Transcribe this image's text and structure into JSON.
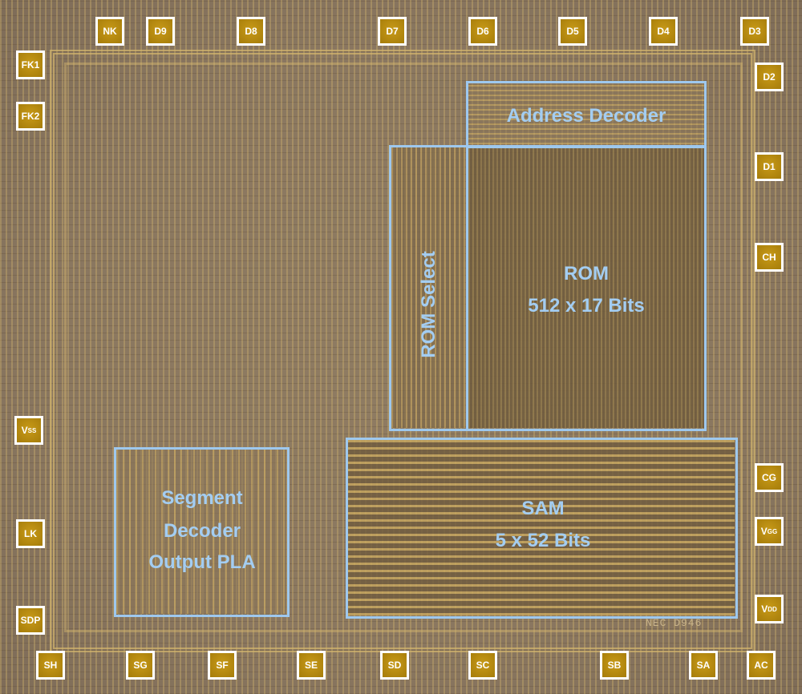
{
  "title": "NEC D946 die",
  "die_marking": "NEC D946",
  "pads": {
    "top": [
      "NK",
      "D9",
      "D8",
      "D7",
      "D6",
      "D5",
      "D4",
      "D3"
    ],
    "left": [
      "FK1",
      "FK2"
    ],
    "vss": {
      "main": "V",
      "sub": "SS"
    },
    "left_lower": [
      "LK",
      "SDP"
    ],
    "right": [
      "D2",
      "D1",
      "CH",
      "CG"
    ],
    "vgg": {
      "main": "V",
      "sub": "GG"
    },
    "vdd": {
      "main": "V",
      "sub": "DD"
    },
    "bottom": [
      "SH",
      "SG",
      "SF",
      "SE",
      "SD",
      "SC",
      "SB",
      "SA",
      "AC"
    ]
  },
  "blocks": {
    "address_decoder": "Address Decoder",
    "rom": {
      "line1": "ROM",
      "line2": "512 x 17 Bits"
    },
    "rom_select": "ROM Select",
    "sam": {
      "line1": "SAM",
      "line2": "5 x 52 Bits"
    },
    "segment_decoder": {
      "line1": "Segment",
      "line2": "Decoder",
      "line3": "Output PLA"
    }
  },
  "colors": {
    "outline": "#9ec8ee",
    "pad": "#b8900f"
  }
}
